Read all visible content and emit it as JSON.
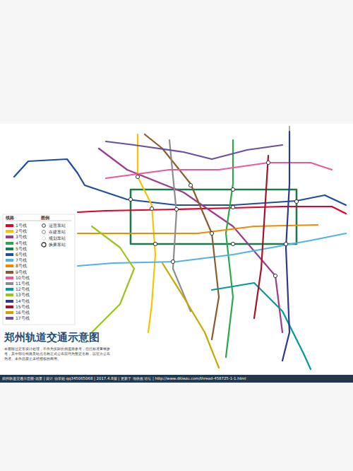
{
  "diagram": {
    "title": "郑州轨道交通示意图",
    "caption": "郑州轨道交通示意图-远景 | 设计 仙学姐 qq345065068 | 2017.4.8版 | 更新于 地铁族 论坛 | http://www.ditiezu.com/thread-458725-1-1.html",
    "labels": [
      "线路",
      "图例",
      "本图除过定形设计处理，不作为实际比例道路参考，但已标准量纲参考，其中部分线路及站点名称正式公布前均为暂定名称，以官方公布为准。本作品禁止未经授权的商用。"
    ],
    "legend": [
      {
        "text": "1号线",
        "color": "#e4002b"
      },
      {
        "text": "2号线",
        "color": "#f5c400"
      },
      {
        "text": "3号线",
        "color": "#9b3c8f"
      },
      {
        "text": "4号线",
        "color": "#2aa84a"
      },
      {
        "text": "5号线",
        "color": "#1d7a4a"
      },
      {
        "text": "6号线",
        "color": "#1f4e9e"
      },
      {
        "text": "7号线",
        "color": "#4fb3e3"
      },
      {
        "text": "8号线",
        "color": "#f08a00"
      },
      {
        "text": "9号线",
        "color": "#8b5a2b"
      },
      {
        "text": "10号线",
        "color": "#e85a9b"
      },
      {
        "text": "11号线",
        "color": "#8c8c8c"
      },
      {
        "text": "12号线",
        "color": "#009b9b"
      },
      {
        "text": "13号线",
        "color": "#9ac31c"
      },
      {
        "text": "14号线",
        "color": "#2b3a8c"
      },
      {
        "text": "15号线",
        "color": "#a3142b"
      },
      {
        "text": "16号线",
        "color": "#c8a800"
      },
      {
        "text": "17号线",
        "color": "#6a4fa3"
      },
      {
        "text": "运营车站"
      },
      {
        "text": "在建车站"
      },
      {
        "text": "规划车站"
      },
      {
        "text": "换乘车站"
      }
    ]
  }
}
